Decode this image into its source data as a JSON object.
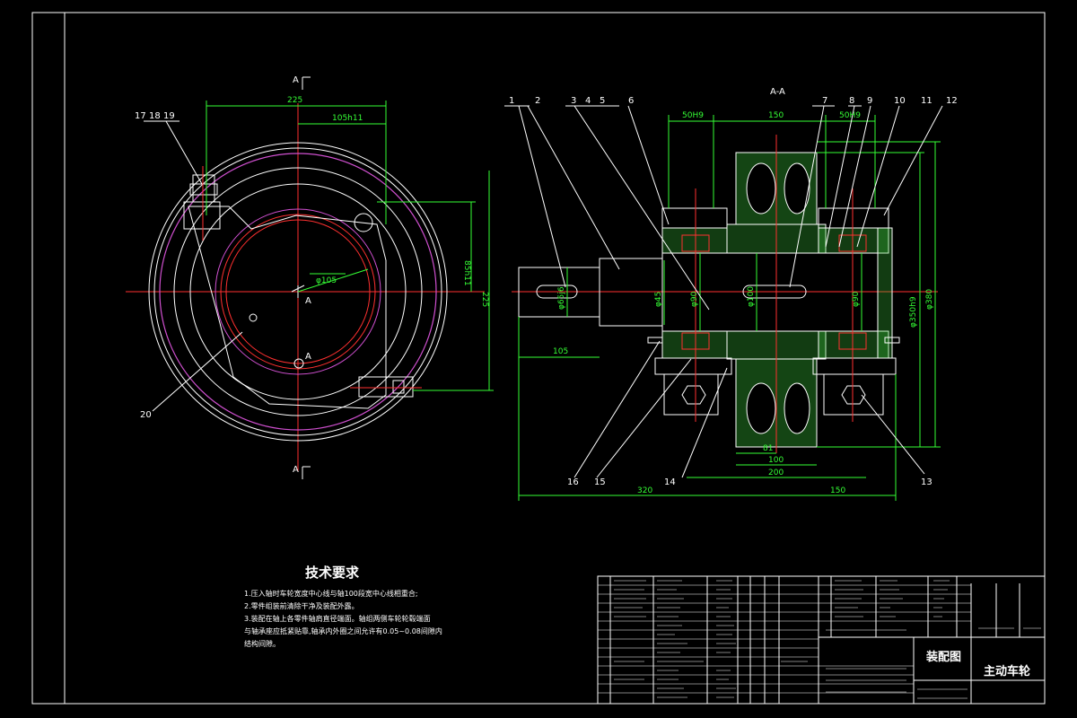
{
  "section_title": "A-A",
  "section_marks": [
    "A",
    "A",
    "A",
    "A"
  ],
  "part_numbers": [
    "1",
    "2",
    "3",
    "4",
    "5",
    "6",
    "7",
    "8",
    "9",
    "10",
    "11",
    "12",
    "13",
    "14",
    "15",
    "16",
    "17",
    "18",
    "19",
    "20"
  ],
  "left_view_dims": {
    "d225_top": "225",
    "d105h11": "105h11",
    "d85h11": "85h11",
    "d225_right": "225",
    "d105_dia": "φ105"
  },
  "right_view_dims": {
    "d50h9_a": "50H9",
    "d150_top": "150",
    "d50h9_b": "50H9",
    "d105_left": "105",
    "d81": "81",
    "d100": "100",
    "d200": "200",
    "d320": "320",
    "d150_bottom": "150",
    "d350h9": "φ350h9",
    "d380": "φ380",
    "d65": "φ65j6",
    "d45": "φ45",
    "d90_a": "φ90",
    "d100_b": "φ100",
    "d90_b": "φ90"
  },
  "tech": {
    "title": "技术要求",
    "lines": [
      "1.压入轴时车轮宽度中心线与轴100段宽中心线相重合;",
      "2.零件组装前清除干净及装配外露。",
      "3.装配在轴上各零件轴肩直径端面。轴组两侧车轮轮毂端面",
      "  与轴承座应抵紧贴靠,轴承内外圈之间允许有0.05~0.08间隙内",
      "  结构间隙。"
    ]
  },
  "title_block": {
    "drawing_type": "装配图",
    "part_name": "主动车轮"
  }
}
